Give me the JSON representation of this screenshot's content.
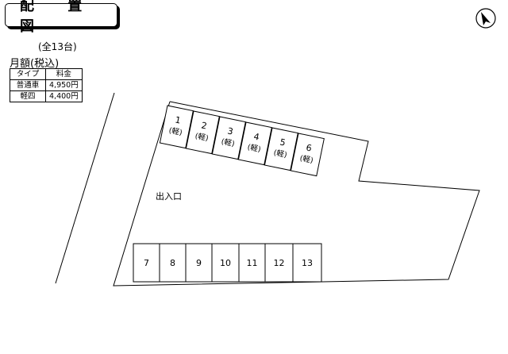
{
  "title": "配 置 図",
  "capacity": "(全13台)",
  "fee_table": {
    "heading": "月額(税込)",
    "columns": [
      "タイプ",
      "料金"
    ],
    "rows": [
      [
        "普通車",
        "4,950円"
      ],
      [
        "軽四",
        "4,400円"
      ]
    ]
  },
  "entrance_label": "出入口",
  "north_icon": "north-arrow-icon",
  "angled_spaces": [
    {
      "number": "1",
      "type": "(軽)"
    },
    {
      "number": "2",
      "type": "(軽)"
    },
    {
      "number": "3",
      "type": "(軽)"
    },
    {
      "number": "4",
      "type": "(軽)"
    },
    {
      "number": "5",
      "type": "(軽)"
    },
    {
      "number": "6",
      "type": "(軽)"
    }
  ],
  "straight_spaces": [
    "7",
    "8",
    "9",
    "10",
    "11",
    "12",
    "13"
  ]
}
